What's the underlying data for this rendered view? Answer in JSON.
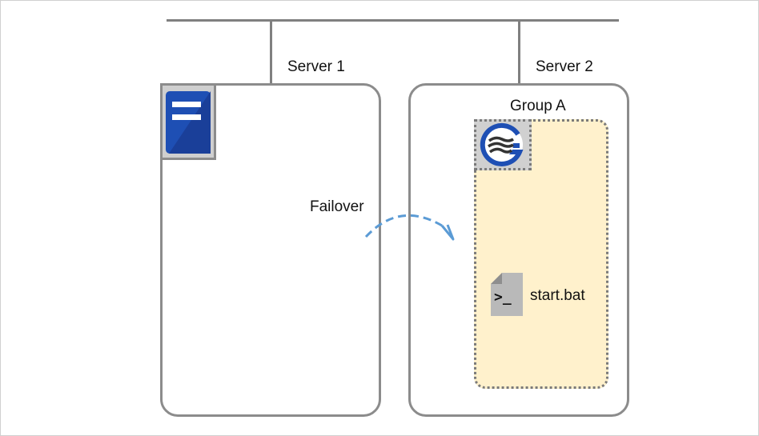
{
  "network": {
    "description_hidden": ""
  },
  "servers": [
    {
      "name": "Server 1"
    },
    {
      "name": "Server 2"
    }
  ],
  "group": {
    "name": "Group A"
  },
  "resource": {
    "name": "start.bat"
  },
  "action": {
    "label": "Failover"
  },
  "icons": {
    "server_icon": "server-icon",
    "cluster_icon": "group-resource-icon",
    "script_icon": "script-file-icon"
  },
  "colors": {
    "server_blue": "#1e4fb4",
    "group_fill": "#fff1cc",
    "arrow": "#5b9bd5"
  }
}
